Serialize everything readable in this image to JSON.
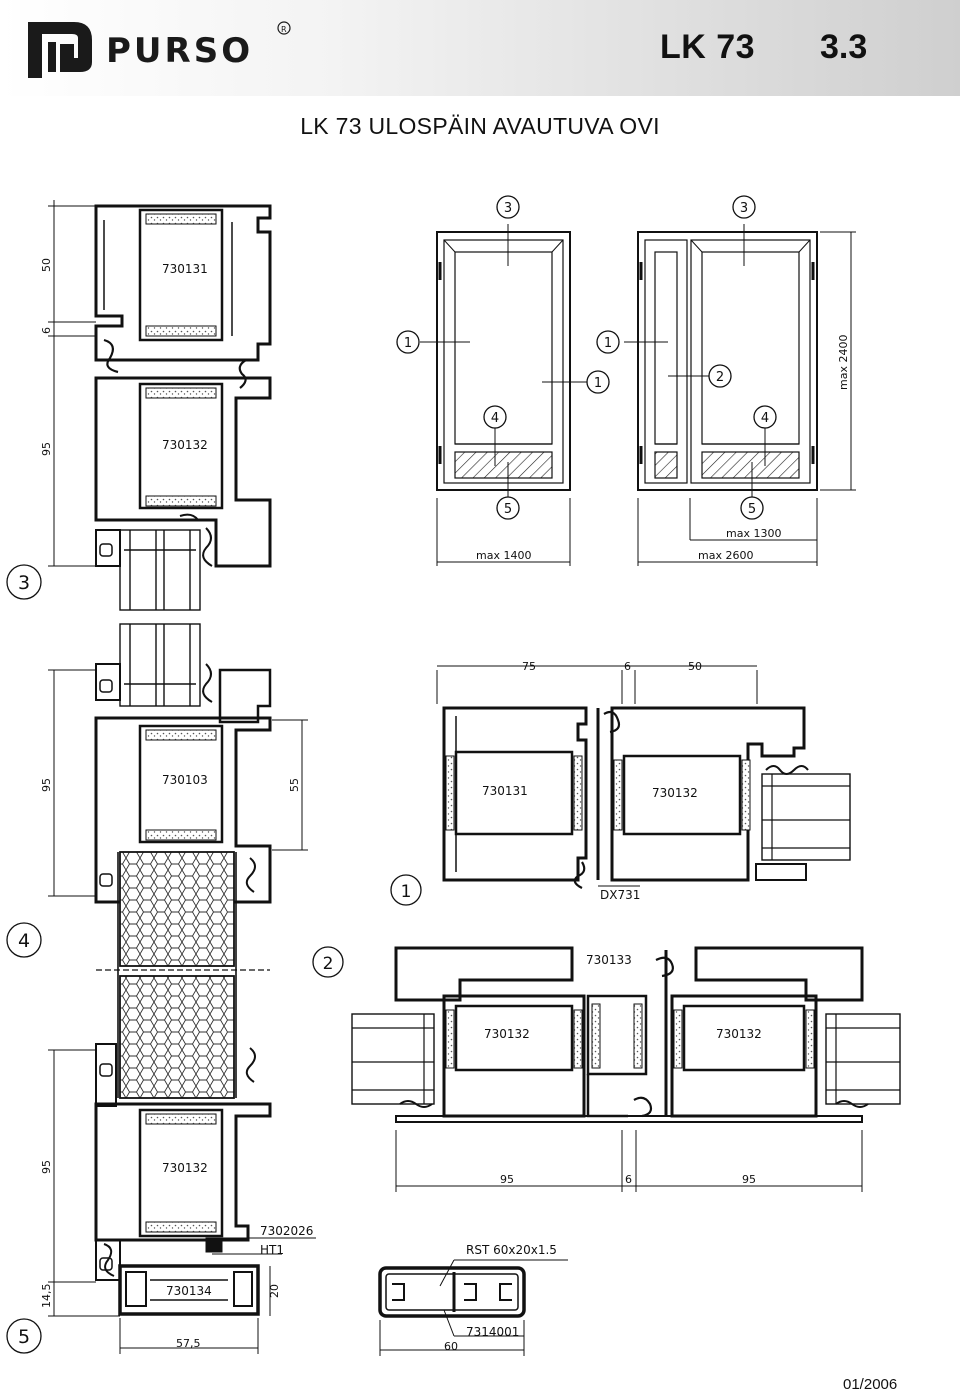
{
  "header": {
    "brand": "PURSO",
    "registered_mark": "R",
    "model": "LK 73",
    "page_number": "3.3"
  },
  "title": "LK 73 ULOSPÄIN AVAUTUVA OVI",
  "footer": {
    "date": "01/2006"
  },
  "section_markers": {
    "s3": "3",
    "s4": "4",
    "s5": "5",
    "s1": "1",
    "s2": "2"
  },
  "profiles": {
    "p730131": "730131",
    "p730132": "730132",
    "p730103": "730103",
    "p730133": "730133",
    "p730134": "730134",
    "p7302026": "7302026",
    "pHT1": "HT1",
    "pDX731": "DX731",
    "pRST": "RST 60x20x1.5",
    "p7314001": "7314001"
  },
  "dimensions": {
    "d50": "50",
    "d6": "6",
    "d95": "95",
    "d55": "55",
    "d14_5": "14,5",
    "d20": "20",
    "d57_5": "57,5",
    "d60": "60",
    "d75": "75",
    "max_1400": "max 1400",
    "max_1300": "max 1300",
    "max_2600": "max 2600",
    "max_2400": "max 2400"
  },
  "elevation_callouts": {
    "one": "1",
    "two": "2",
    "three": "3",
    "four": "4",
    "five": "5"
  },
  "colors": {
    "line": "#111111",
    "header_gradient_end": "#cfcfcf",
    "gasket": "#333333"
  }
}
